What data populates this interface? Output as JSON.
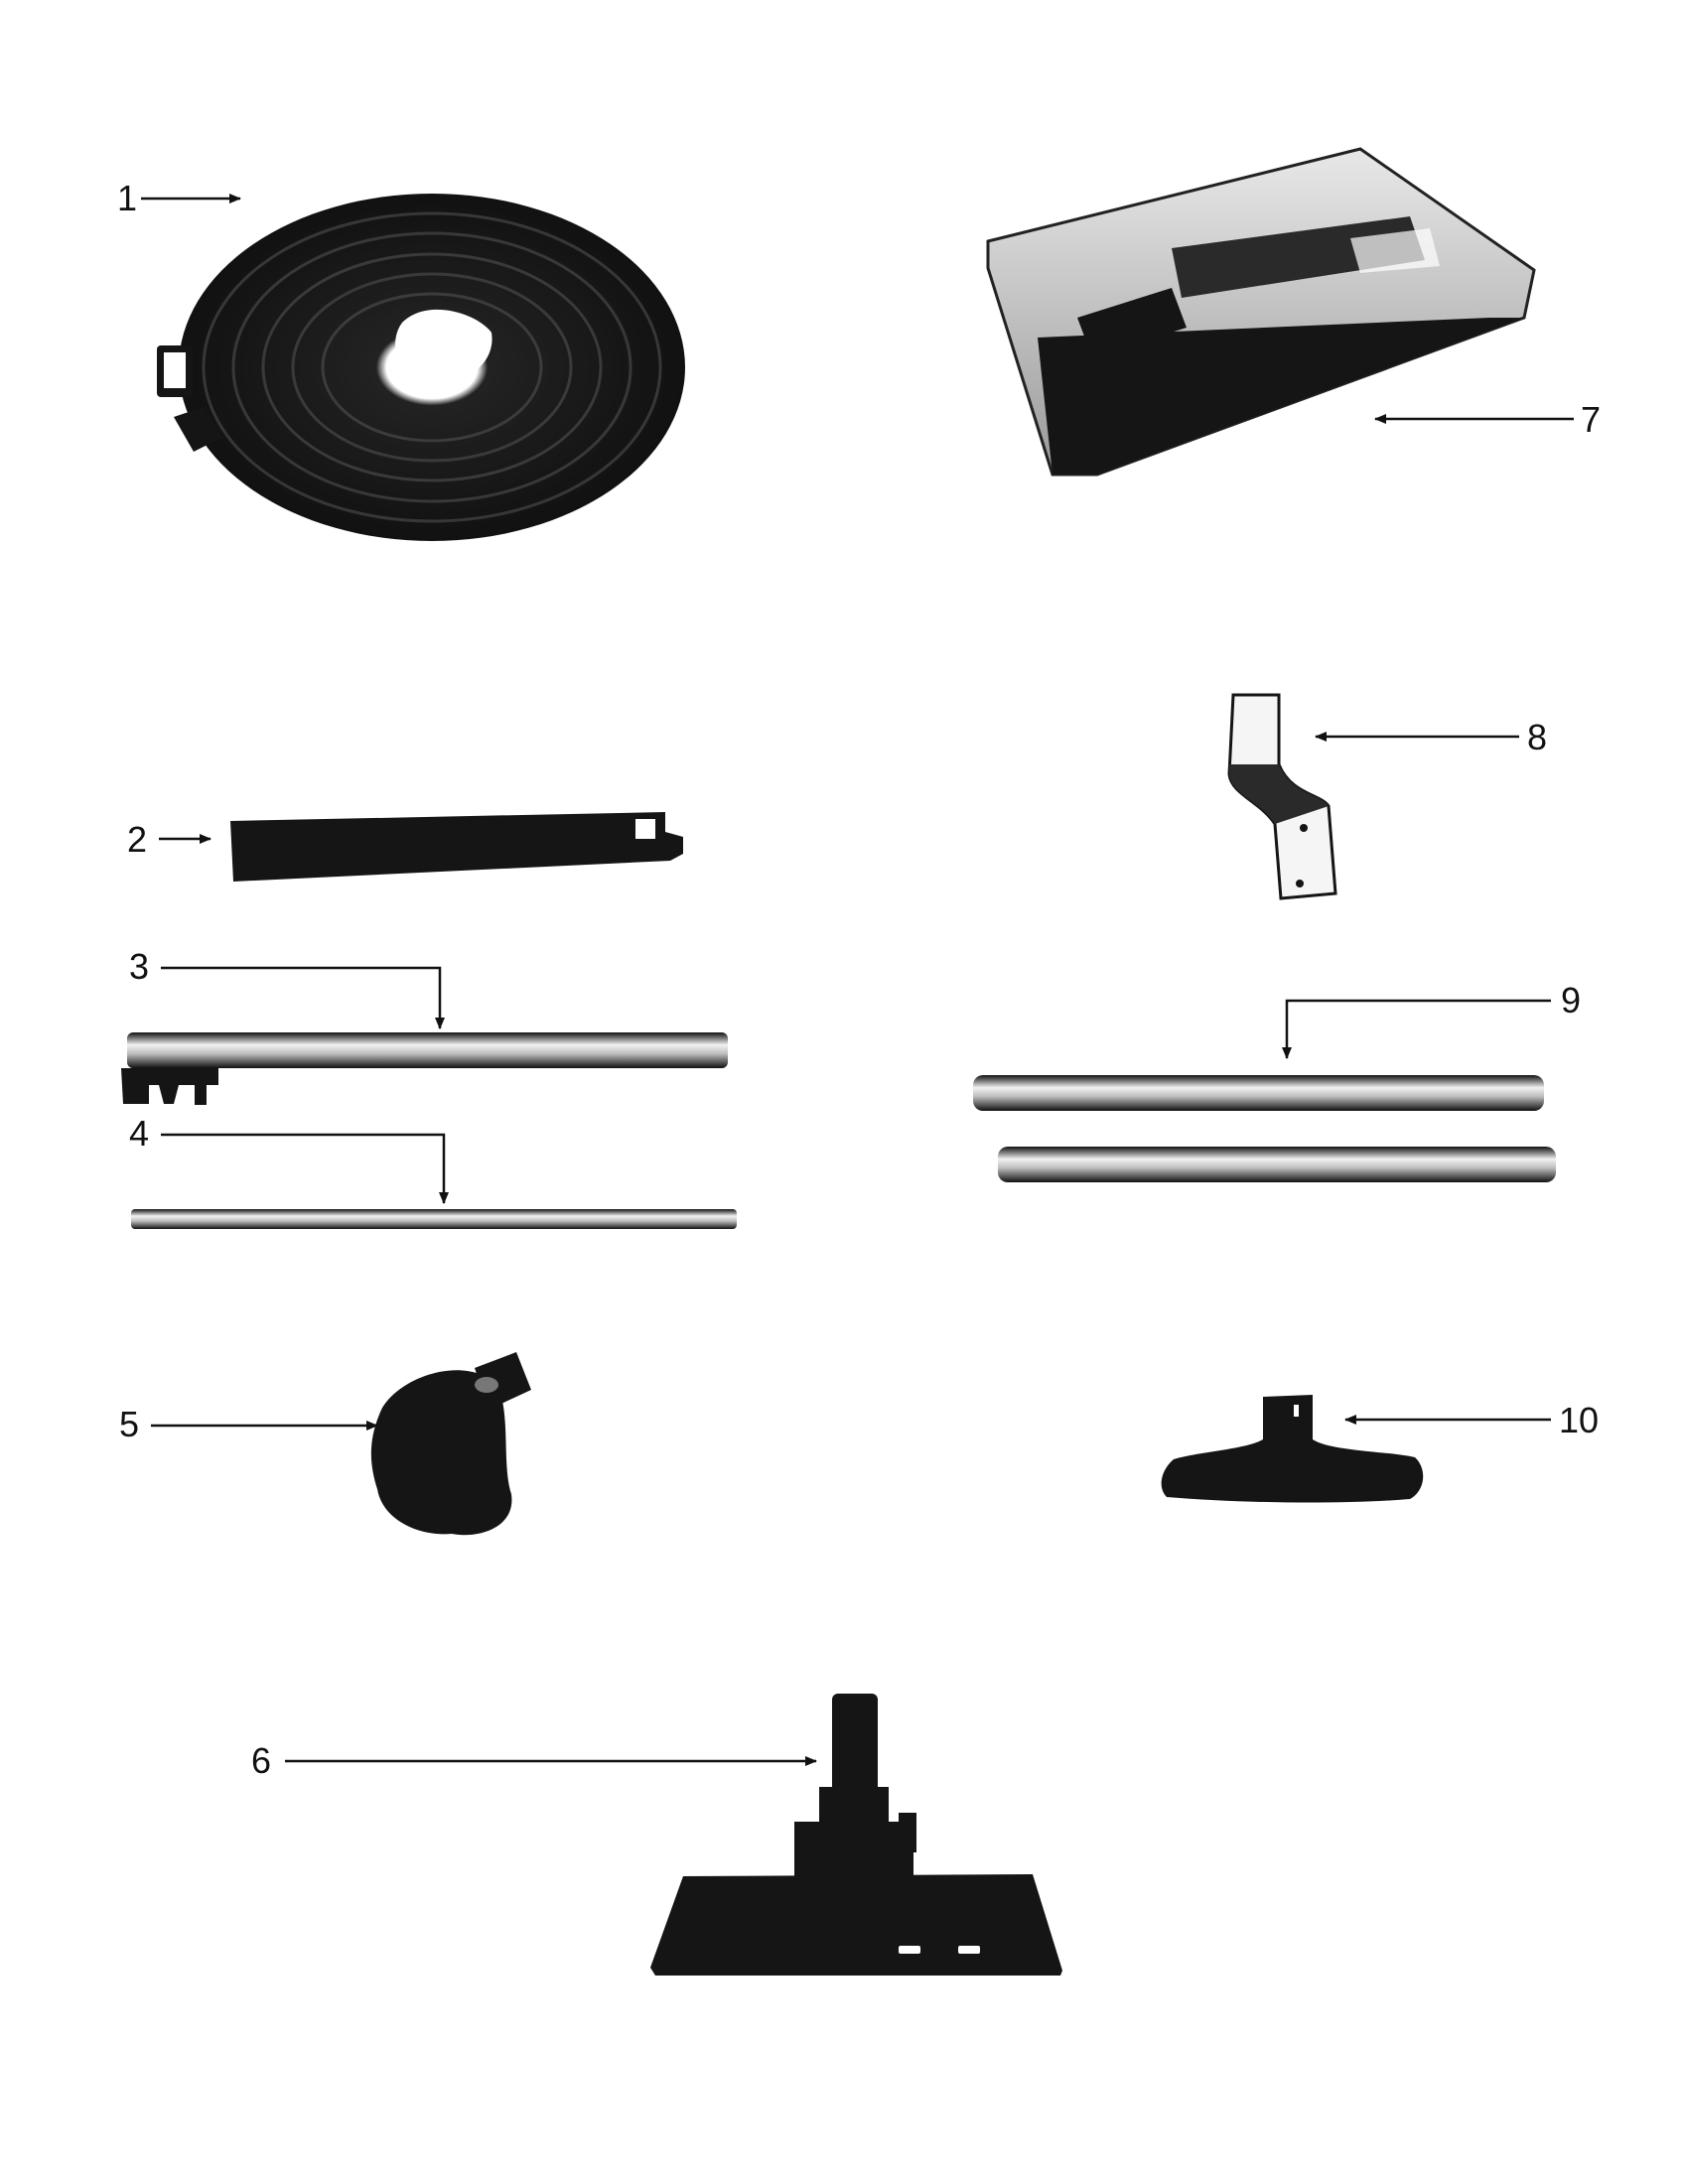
{
  "diagram": {
    "callouts": [
      {
        "id": "1",
        "label": "1"
      },
      {
        "id": "2",
        "label": "2"
      },
      {
        "id": "3",
        "label": "3"
      },
      {
        "id": "4",
        "label": "4"
      },
      {
        "id": "5",
        "label": "5"
      },
      {
        "id": "6",
        "label": "6"
      },
      {
        "id": "7",
        "label": "7"
      },
      {
        "id": "8",
        "label": "8"
      },
      {
        "id": "9",
        "label": "9"
      },
      {
        "id": "10",
        "label": "10"
      }
    ]
  },
  "colors": {
    "ink": "#151515",
    "background": "#ffffff"
  }
}
